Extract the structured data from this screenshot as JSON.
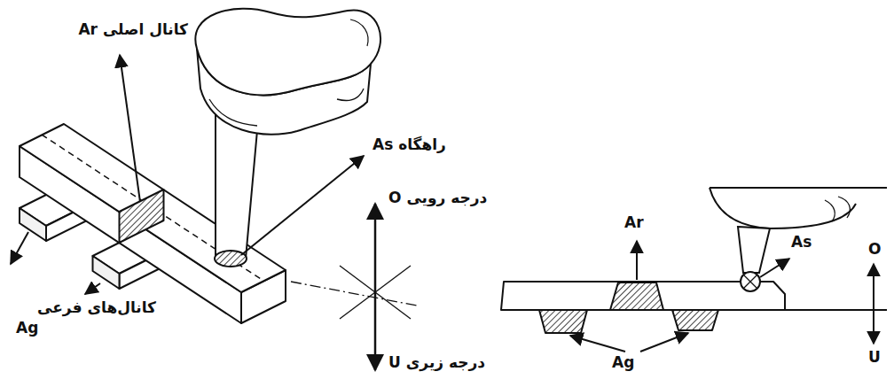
{
  "diagram": {
    "labels": [
      "Ar کانال اصلی",
      "As راهگاه",
      "O درجه رویی",
      "کانال‌های فرعی Ag",
      "U درجه زیری",
      "Ar",
      "As",
      "O",
      "Ag",
      "U"
    ]
  }
}
